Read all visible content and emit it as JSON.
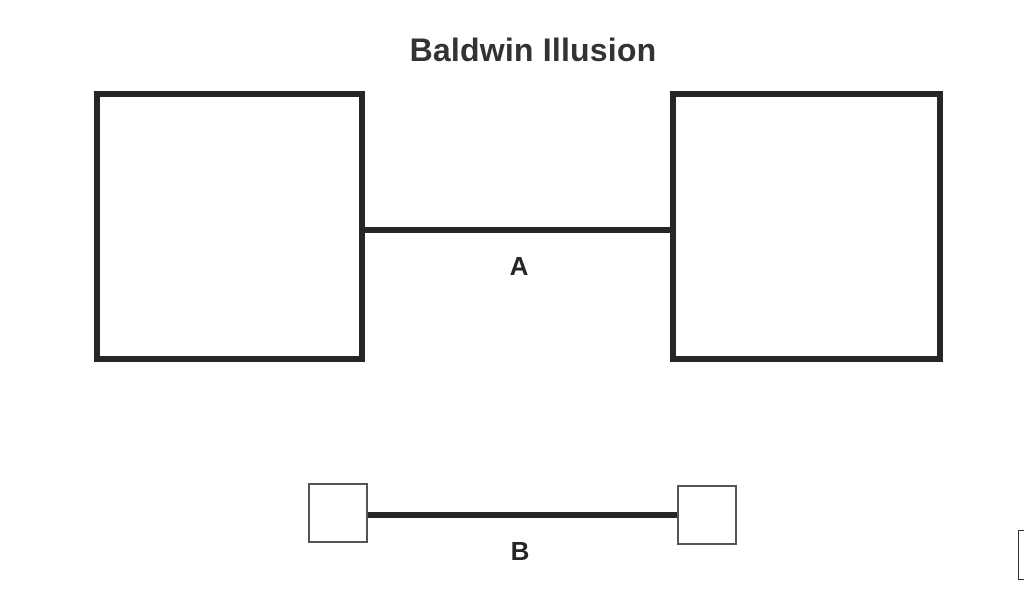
{
  "title": "Baldwin Illusion",
  "labels": {
    "a": "A",
    "b": "B"
  },
  "colors": {
    "stroke": "#262626",
    "background": "#ffffff"
  }
}
